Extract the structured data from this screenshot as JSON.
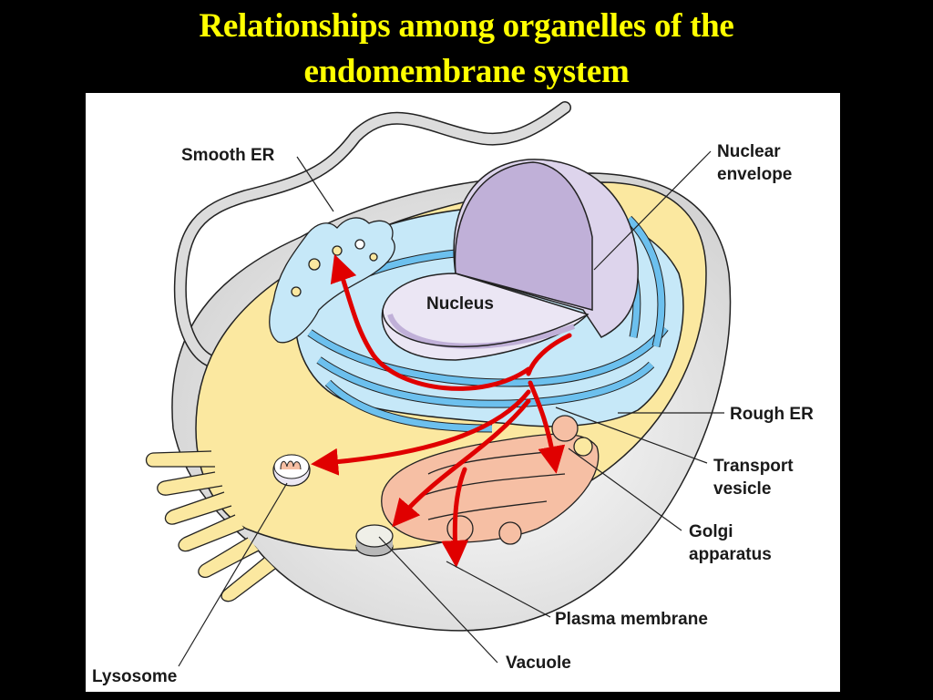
{
  "slide": {
    "title_line1": "Relationships among organelles of the",
    "title_line2": "endomembrane system"
  },
  "diagram": {
    "labels": {
      "smooth_er": "Smooth ER",
      "nuclear_envelope_1": "Nuclear",
      "nuclear_envelope_2": "envelope",
      "nucleus": "Nucleus",
      "rough_er": "Rough ER",
      "transport_vesicle_1": "Transport",
      "transport_vesicle_2": "vesicle",
      "golgi_1": "Golgi",
      "golgi_2": "apparatus",
      "plasma_membrane": "Plasma membrane",
      "vacuole": "Vacuole",
      "lysosome": "Lysosome"
    },
    "colors": {
      "title": "#ffff00",
      "cytoplasm": "#fbe8a0",
      "membrane": "#dcdcdc",
      "er": "#8fd0f0",
      "er_light": "#c6e8f8",
      "nucleus": "#c0b0d8",
      "nucleus_light": "#e8e2f2",
      "golgi": "#f6bfa4",
      "arrow": "#e00000"
    }
  }
}
